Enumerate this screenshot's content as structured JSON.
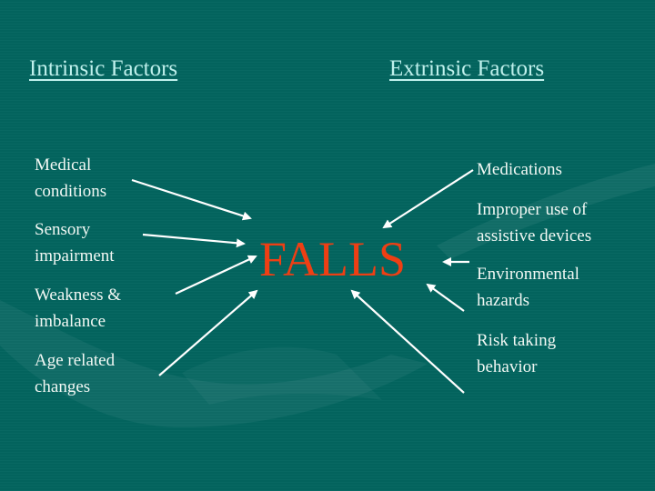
{
  "slide": {
    "background_color": "#03655f",
    "headings": {
      "intrinsic": "Intrinsic Factors",
      "extrinsic": "Extrinsic Factors"
    },
    "center_label": "FALLS",
    "center_color": "#ee3f14",
    "intrinsic_factors": [
      {
        "line1": "Medical",
        "line2": "conditions"
      },
      {
        "line1": "Sensory",
        "line2": "impairment"
      },
      {
        "line1": "Weakness &",
        "line2": "imbalance"
      },
      {
        "line1": "Age related",
        "line2": "changes"
      }
    ],
    "extrinsic_factors": [
      {
        "line1": "Medications",
        "line2": ""
      },
      {
        "line1": "Improper use of",
        "line2": "assistive devices"
      },
      {
        "line1": "Environmental",
        "line2": "hazards"
      },
      {
        "line1": "Risk taking",
        "line2": "behavior"
      }
    ],
    "arrow_icon": "arrow-pointing-to-falls"
  }
}
